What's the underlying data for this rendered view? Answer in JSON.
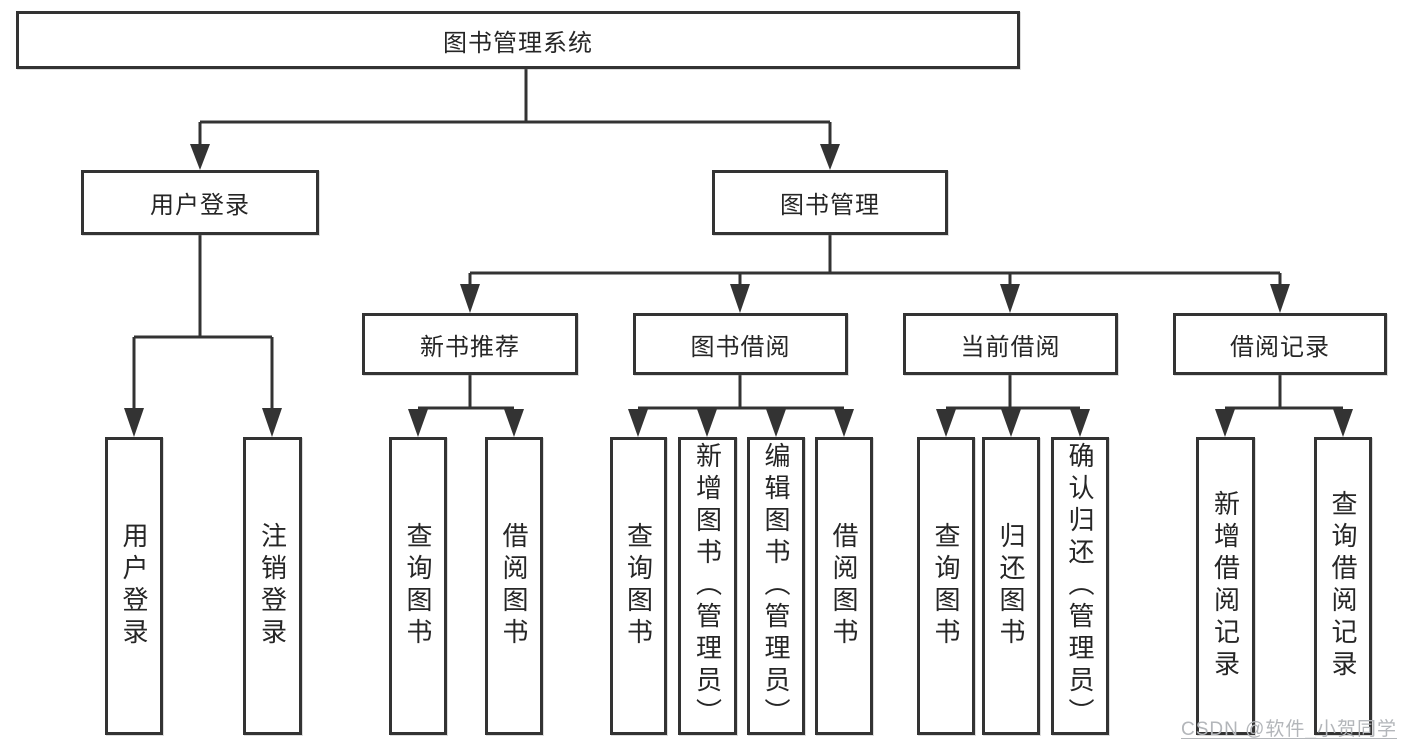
{
  "diagram": {
    "root": {
      "label": "图书管理系统"
    },
    "level2": [
      {
        "id": "user-login",
        "label": "用户登录"
      },
      {
        "id": "book-management",
        "label": "图书管理"
      }
    ],
    "level3": [
      {
        "id": "new-book-recommend",
        "label": "新书推荐",
        "parent": "图书管理"
      },
      {
        "id": "book-borrowing",
        "label": "图书借阅",
        "parent": "图书管理"
      },
      {
        "id": "current-borrowing",
        "label": "当前借阅",
        "parent": "图书管理"
      },
      {
        "id": "borrowing-records",
        "label": "借阅记录",
        "parent": "图书管理"
      }
    ],
    "leaves": [
      {
        "label": "用户登录",
        "parent": "用户登录"
      },
      {
        "label": "注销登录",
        "parent": "用户登录"
      },
      {
        "label": "查询图书",
        "parent": "新书推荐"
      },
      {
        "label": "借阅图书",
        "parent": "新书推荐"
      },
      {
        "label": "查询图书",
        "parent": "图书借阅"
      },
      {
        "label": "新增图书（管理员）",
        "parent": "图书借阅"
      },
      {
        "label": "编辑图书（管理员）",
        "parent": "图书借阅"
      },
      {
        "label": "借阅图书",
        "parent": "图书借阅"
      },
      {
        "label": "查询图书",
        "parent": "当前借阅"
      },
      {
        "label": "归还图书",
        "parent": "当前借阅"
      },
      {
        "label": "确认归还（管理员）",
        "parent": "当前借阅"
      },
      {
        "label": "新增借阅记录",
        "parent": "借阅记录"
      },
      {
        "label": "查询借阅记录",
        "parent": "借阅记录"
      }
    ],
    "colors": {
      "line": "#333333",
      "text": "#262626",
      "background": "#ffffff",
      "watermark": "#b3b6ba"
    }
  },
  "watermark": {
    "text": "CSDN @软件_小贺同学"
  }
}
